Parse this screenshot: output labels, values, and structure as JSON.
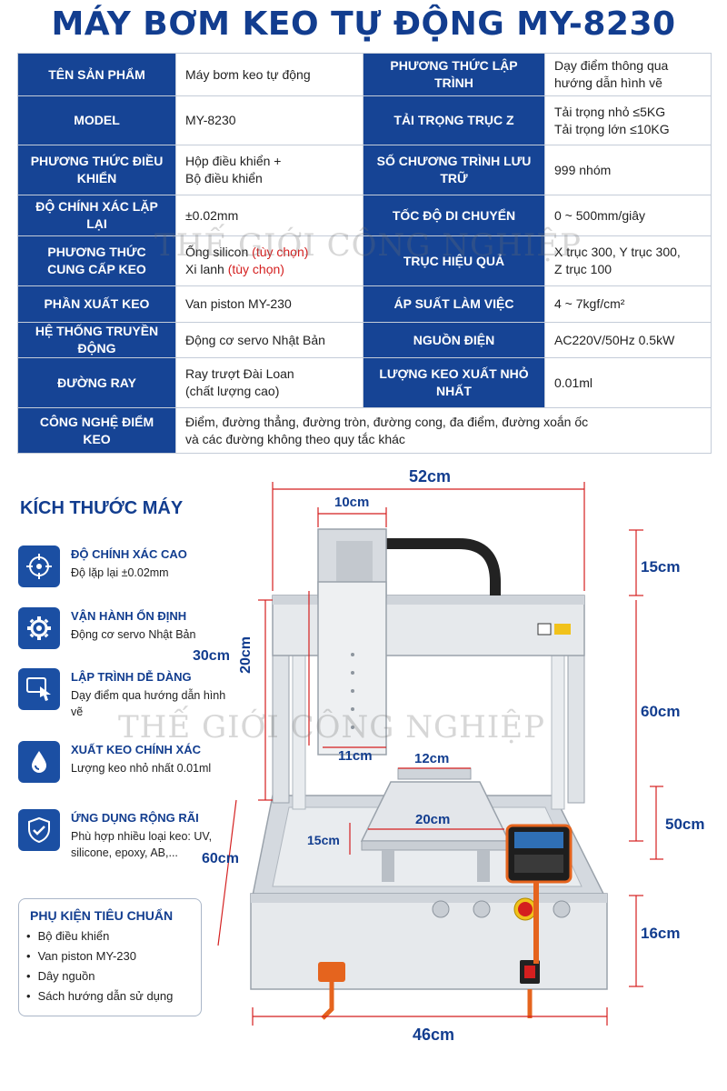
{
  "title": "MÁY BƠM KEO TỰ ĐỘNG MY-8230",
  "specs": [
    {
      "k1": "TÊN SẢN PHẨM",
      "v1": "Máy bơm keo tự động",
      "k2": "PHƯƠNG THỨC LẬP TRÌNH",
      "v2": "Dạy điểm thông qua",
      "v2b": "hướng dẫn hình vẽ"
    },
    {
      "k1": "MODEL",
      "v1": "MY-8230",
      "k2": "TẢI TRỌNG TRỤC Z",
      "v2": "Tải trọng nhỏ ≤5KG",
      "v2b": "Tải trọng lớn ≤10KG"
    },
    {
      "k1": "PHƯƠNG THỨC ĐIỀU KHIỂN",
      "v1": "Hộp điều khiển +",
      "v1b": "Bộ điều khiển",
      "k2": "SỐ CHƯƠNG TRÌNH LƯU TRỮ",
      "v2": "999 nhóm"
    },
    {
      "k1": "ĐỘ CHÍNH XÁC LẶP LẠI",
      "v1": "±0.02mm",
      "k2": "TỐC ĐỘ DI CHUYỂN",
      "v2": "0 ~ 500mm/giây"
    },
    {
      "k1": "PHƯƠNG THỨC CUNG CẤP KEO",
      "v1": "Ống silicon ",
      "v1red": "(tùy chọn)",
      "v1b": "Xi lanh ",
      "v1bred": "(tùy chọn)",
      "k2": "TRỤC HIỆU QUẢ",
      "v2": "X trục 300, Y trục 300,",
      "v2b": "Z trục 100"
    },
    {
      "k1": "PHẦN XUẤT KEO",
      "v1": "Van piston MY-230",
      "k2": "ÁP SUẤT LÀM VIỆC",
      "v2": "4 ~ 7kgf/cm²"
    },
    {
      "k1": "HỆ THỐNG TRUYỀN ĐỘNG",
      "v1": "Động cơ servo Nhật Bản",
      "k2": "NGUỒN ĐIỆN",
      "v2": "AC220V/50Hz 0.5kW"
    },
    {
      "k1": "ĐƯỜNG RAY",
      "v1": "Ray trượt Đài Loan",
      "v1b": "(chất lượng cao)",
      "k2": "LƯỢNG KEO XUẤT NHỎ NHẤT",
      "v2": "0.01ml"
    },
    {
      "k1": "CÔNG NGHỆ ĐIỂM KEO",
      "v1": "Điểm, đường thẳng, đường tròn, đường cong, đa điểm, đường xoắn ốc",
      "v1b": "và các đường không theo quy tắc khác"
    }
  ],
  "watermark": "THẾ GIỚI CÔNG NGHIỆP",
  "dims_title": "KÍCH THƯỚC MÁY",
  "features": [
    {
      "icon": "crosshair-icon",
      "title": "ĐỘ CHÍNH XÁC CAO",
      "desc": "Độ lặp lại ±0.02mm"
    },
    {
      "icon": "gear-icon",
      "title": "VẬN HÀNH ỔN ĐỊNH",
      "desc": "Động cơ servo Nhật Bản"
    },
    {
      "icon": "touch-screen-icon",
      "title": "LẬP TRÌNH DỄ DÀNG",
      "desc": "Dạy điểm qua hướng dẫn hình vẽ"
    },
    {
      "icon": "droplet-icon",
      "title": "XUẤT KEO CHÍNH XÁC",
      "desc": "Lượng keo nhỏ nhất 0.01ml"
    },
    {
      "icon": "shield-check-icon",
      "title": "ỨNG DỤNG RỘNG RÃI",
      "desc": "Phù hợp nhiều loại keo: UV, silicone, epoxy, AB,..."
    }
  ],
  "accessories": {
    "title": "PHỤ KIỆN TIÊU CHUẨN",
    "items": [
      "Bộ điều khiển",
      "Van piston MY-230",
      "Dây nguồn",
      "Sách hướng dẫn sử dụng"
    ]
  },
  "dimensions": {
    "w52": "52cm",
    "w10": "10cm",
    "h15": "15cm",
    "h20": "20cm",
    "h30": "30cm",
    "h60": "60cm",
    "w11": "11cm",
    "w12": "12cm",
    "w20": "20cm",
    "d15": "15cm",
    "h50": "50cm",
    "d60": "60cm",
    "h16": "16cm",
    "w46": "46cm"
  },
  "colors": {
    "brand_blue": "#164495",
    "title_blue": "#123d8f",
    "dim_red": "#d41f1f",
    "machine": "#e3e6ea"
  }
}
